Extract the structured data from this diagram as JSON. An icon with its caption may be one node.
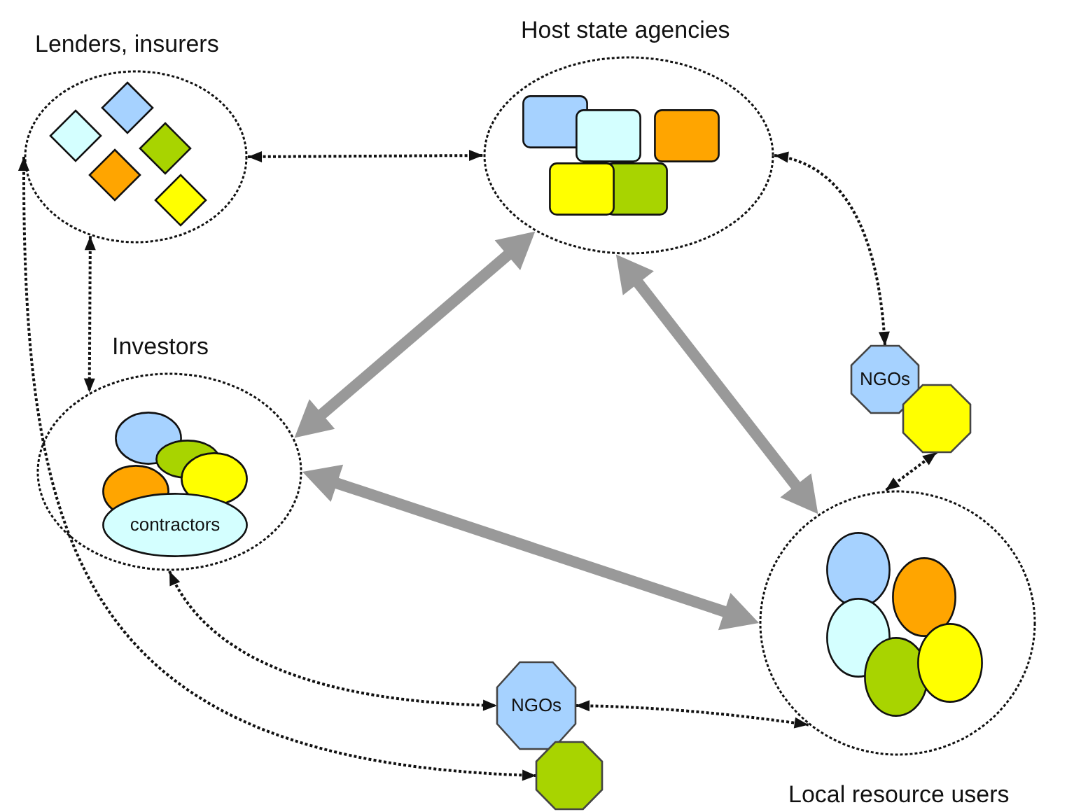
{
  "diagram": {
    "nodes": [
      {
        "text": [
          "Lenders, insurers"
        ]
      },
      {
        "text": [],
        "shape": "diamond",
        "in": 0
      },
      {
        "text": [],
        "shape": "diamond",
        "in": 0
      },
      {
        "text": [],
        "shape": "diamond",
        "in": 0
      },
      {
        "text": [],
        "shape": "diamond",
        "in": 0
      },
      {
        "text": [],
        "shape": "diamond",
        "in": 0
      },
      {
        "text": [
          "Host state agencies"
        ]
      },
      {
        "text": [],
        "shape": "box",
        "in": 6
      },
      {
        "text": [],
        "shape": "box",
        "in": 6
      },
      {
        "text": [],
        "shape": "box",
        "in": 6
      },
      {
        "text": [],
        "shape": "box",
        "in": 6
      },
      {
        "text": [],
        "shape": "box",
        "in": 6
      },
      {
        "text": [
          "NGOs"
        ]
      },
      {
        "text": [],
        "shape": "octagon"
      },
      {
        "text": [
          "Investors"
        ]
      },
      {
        "text": [],
        "shape": "ellipse",
        "in": 14
      },
      {
        "text": [],
        "shape": "ellipse",
        "in": 14
      },
      {
        "text": [],
        "shape": "ellipse",
        "in": 14
      },
      {
        "text": [],
        "shape": "ellipse",
        "in": 14
      },
      {
        "text": [
          "contractors"
        ],
        "in": 14
      },
      {
        "text": [
          "Local resource users"
        ]
      },
      {
        "text": [],
        "shape": "ellipse",
        "in": 20
      },
      {
        "text": [],
        "shape": "ellipse",
        "in": 20
      },
      {
        "text": [],
        "shape": "ellipse",
        "in": 20
      },
      {
        "text": [],
        "shape": "ellipse",
        "in": 20
      },
      {
        "text": [],
        "shape": "ellipse",
        "in": 20
      },
      {
        "text": [
          "NGOs"
        ]
      },
      {
        "text": [],
        "shape": "octagon"
      }
    ],
    "edges": [
      {
        "from": 0,
        "to": 6,
        "arrow": "both",
        "style": "dashed"
      },
      {
        "from": 0,
        "to": 14,
        "arrow": "both",
        "style": "dashed"
      },
      {
        "from": 0,
        "to": 27,
        "arrow": "both",
        "style": "dashed"
      },
      {
        "from": 6,
        "to": 12,
        "arrow": "both",
        "style": "dashed"
      },
      {
        "from": 13,
        "to": 20,
        "arrow": "both",
        "style": "dashed"
      },
      {
        "from": 6,
        "to": 14,
        "arrow": "both",
        "style": "thick",
        "color": "#999999"
      },
      {
        "from": 6,
        "to": 20,
        "arrow": "both",
        "style": "thick",
        "color": "#999999"
      },
      {
        "from": 14,
        "to": 20,
        "arrow": "both",
        "style": "thick",
        "color": "#999999"
      },
      {
        "from": 14,
        "to": 26,
        "arrow": "both",
        "style": "dashed"
      },
      {
        "from": 26,
        "to": 20,
        "arrow": "both",
        "style": "dashed"
      }
    ]
  }
}
